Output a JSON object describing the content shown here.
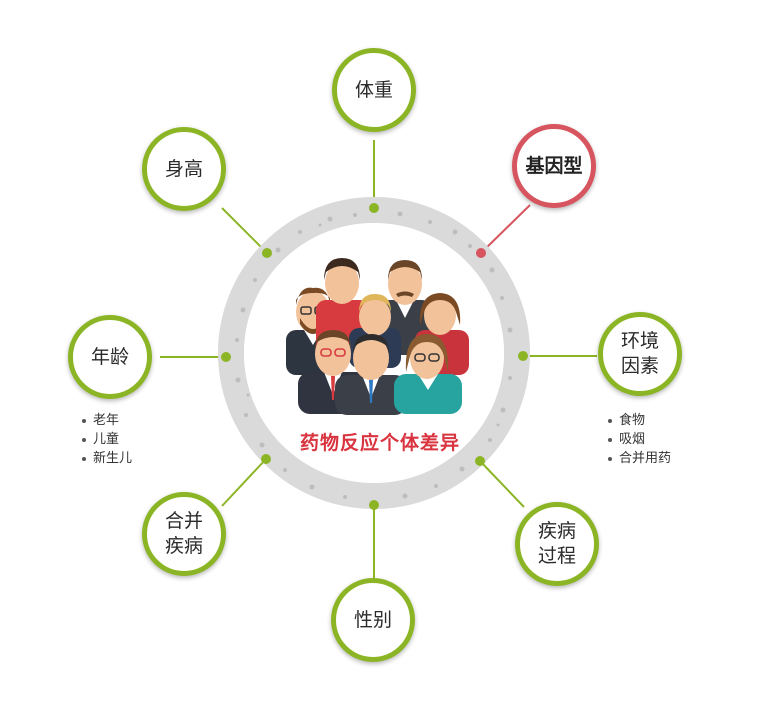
{
  "center": {
    "title": "药物反应个体差异"
  },
  "factors": {
    "weight": {
      "lines": [
        "体重"
      ]
    },
    "genotype": {
      "lines": [
        "基因型"
      ]
    },
    "height": {
      "lines": [
        "身高"
      ]
    },
    "age": {
      "lines": [
        "年龄"
      ],
      "items": [
        "老年",
        "儿童",
        "新生儿"
      ]
    },
    "environment": {
      "lines": [
        "环境",
        "因素"
      ],
      "items": [
        "食物",
        "吸烟",
        "合并用药"
      ]
    },
    "combined_disease": {
      "lines": [
        "合并",
        "疾病"
      ]
    },
    "disease_process": {
      "lines": [
        "疾病",
        "过程"
      ]
    },
    "sex": {
      "lines": [
        "性别"
      ]
    }
  },
  "colors": {
    "green": "#8cb526",
    "red": "#d6555f",
    "ring": "#d9d9d9",
    "title": "#d9343f"
  },
  "icons": [
    "people-group-illustration"
  ]
}
